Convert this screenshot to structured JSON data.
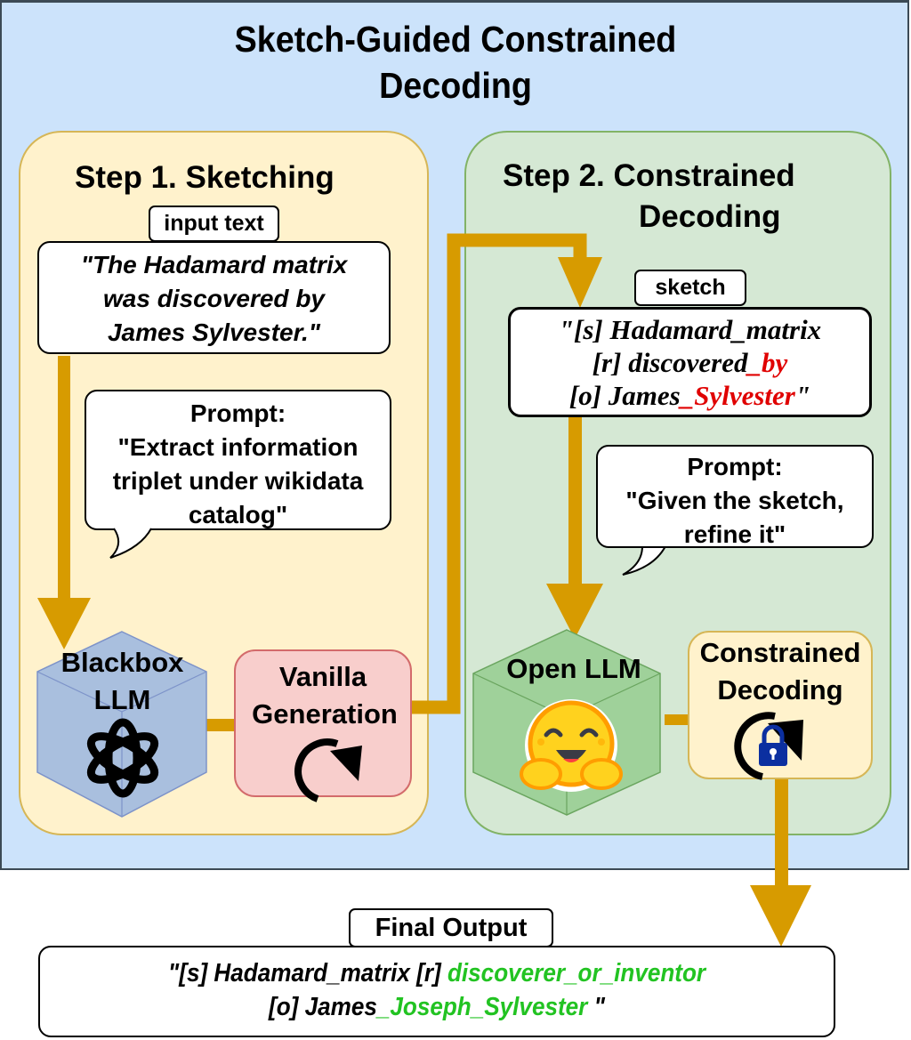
{
  "title": {
    "line1": "Sketch-Guided Constrained",
    "line2": "Decoding"
  },
  "colors": {
    "background": "#cce3fb",
    "step1_fill": "#fff2cc",
    "step2_fill": "#d5e8d4",
    "arrow": "#d79b00",
    "vanilla_fill": "#f8cecc",
    "highlight_red": "#e00000",
    "highlight_green": "#22c322",
    "lock_blue": "#0b2fa0"
  },
  "step1": {
    "title": "Step 1. Sketching",
    "input_tag": "input text",
    "input_text": [
      "\"The Hadamard matrix",
      "was discovered by",
      "James  Sylvester.\""
    ],
    "prompt": {
      "label": "Prompt:",
      "lines": [
        "\"Extract information",
        "triplet under wikidata",
        "catalog\""
      ]
    },
    "blackbox_label": [
      "Blackbox",
      "LLM"
    ],
    "blackbox_icon": "openai-logo-icon",
    "vanilla_label": [
      "Vanilla",
      "Generation"
    ],
    "vanilla_icon": "refresh-arrow-icon"
  },
  "step2": {
    "title_line1": "Step 2. Constrained",
    "title_line2": "Decoding",
    "sketch_tag": "sketch",
    "sketch": {
      "line1": "\"[s] Hadamard_matrix",
      "line2_plain": "[r] discovered",
      "line2_red": "_by",
      "line3_plain": "[o] James",
      "line3_red": "_Sylvester",
      "line3_end": "\""
    },
    "prompt": {
      "label": "Prompt:",
      "lines": [
        "\"Given the sketch,",
        "refine it\""
      ]
    },
    "open_llm_label": "Open LLM",
    "open_llm_icon": "hugging-face-emoji-icon",
    "constrained_label": [
      "Constrained",
      "Decoding"
    ],
    "constrained_icon": "locked-refresh-icon"
  },
  "final": {
    "tag": "Final Output",
    "line1_plain": "\"[s] Hadamard_matrix [r] ",
    "line1_green": "discoverer_or_inventor",
    "line2_plain": "[o] James",
    "line2_green": "_Joseph_Sylvester",
    "line2_end": " \""
  }
}
